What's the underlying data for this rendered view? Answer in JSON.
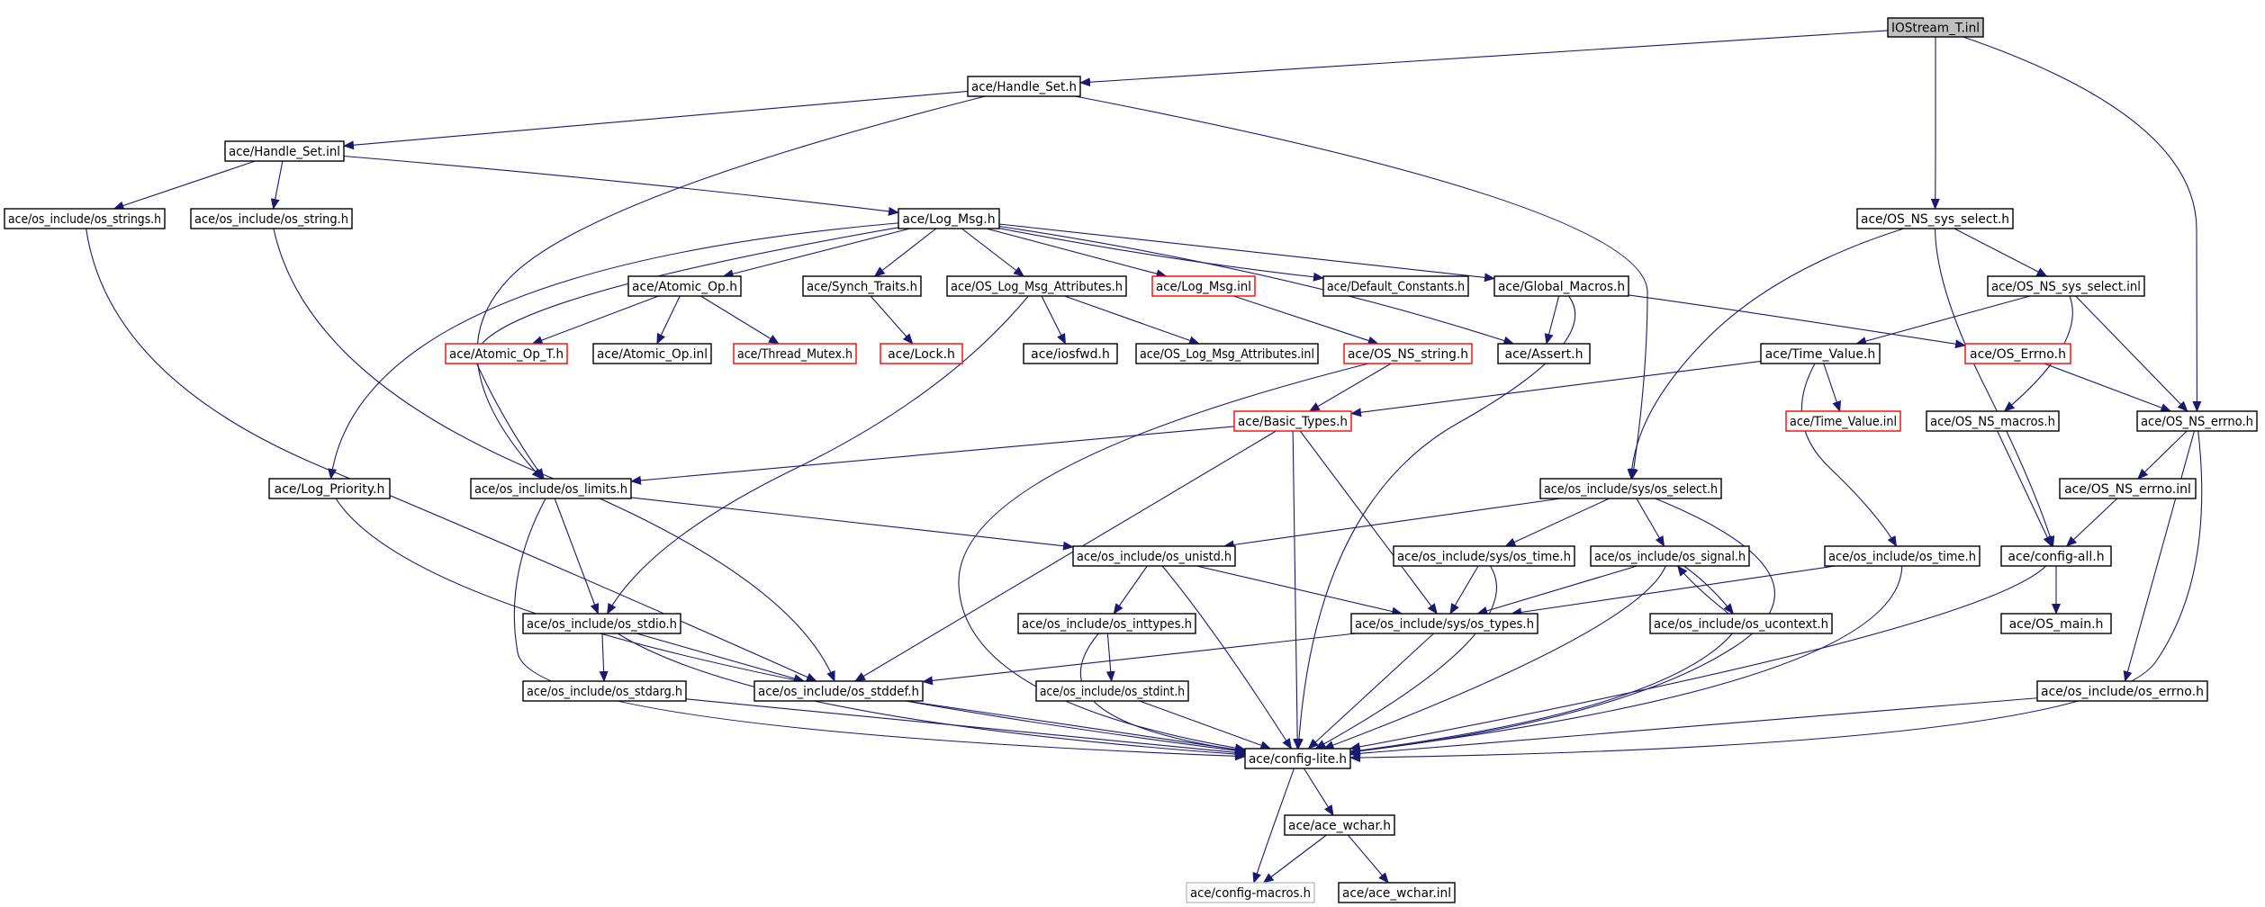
{
  "colors": {
    "edge": "#191970",
    "root_fill": "#bfbfbf",
    "node_border": "#000000",
    "incomplete_border": "#ff0000",
    "missing_border": "#bfbfbf"
  },
  "nodes": [
    {
      "id": "n_iostream_t_inl",
      "label": "IOStream_T.inl",
      "kind": "root"
    },
    {
      "id": "n_handle_set_h",
      "label": "ace/Handle_Set.h",
      "kind": "normal"
    },
    {
      "id": "n_handle_set_inl",
      "label": "ace/Handle_Set.inl",
      "kind": "normal"
    },
    {
      "id": "n_os_strings_h",
      "label": "ace/os_include/os_strings.h",
      "kind": "normal"
    },
    {
      "id": "n_os_string_h",
      "label": "ace/os_include/os_string.h",
      "kind": "normal"
    },
    {
      "id": "n_log_msg_h",
      "label": "ace/Log_Msg.h",
      "kind": "normal"
    },
    {
      "id": "n_os_ns_sys_select_h",
      "label": "ace/OS_NS_sys_select.h",
      "kind": "normal"
    },
    {
      "id": "n_atomic_op_h",
      "label": "ace/Atomic_Op.h",
      "kind": "normal"
    },
    {
      "id": "n_synch_traits_h",
      "label": "ace/Synch_Traits.h",
      "kind": "normal"
    },
    {
      "id": "n_os_log_msg_attributes_h",
      "label": "ace/OS_Log_Msg_Attributes.h",
      "kind": "normal"
    },
    {
      "id": "n_log_msg_inl",
      "label": "ace/Log_Msg.inl",
      "kind": "incomplete"
    },
    {
      "id": "n_default_constants_h",
      "label": "ace/Default_Constants.h",
      "kind": "normal"
    },
    {
      "id": "n_global_macros_h",
      "label": "ace/Global_Macros.h",
      "kind": "normal"
    },
    {
      "id": "n_os_ns_sys_select_inl",
      "label": "ace/OS_NS_sys_select.inl",
      "kind": "normal"
    },
    {
      "id": "n_atomic_op_t_h",
      "label": "ace/Atomic_Op_T.h",
      "kind": "incomplete"
    },
    {
      "id": "n_atomic_op_inl",
      "label": "ace/Atomic_Op.inl",
      "kind": "normal"
    },
    {
      "id": "n_thread_mutex_h",
      "label": "ace/Thread_Mutex.h",
      "kind": "incomplete"
    },
    {
      "id": "n_lock_h",
      "label": "ace/Lock.h",
      "kind": "incomplete"
    },
    {
      "id": "n_iosfwd_h",
      "label": "ace/iosfwd.h",
      "kind": "normal"
    },
    {
      "id": "n_os_log_msg_attributes_inl",
      "label": "ace/OS_Log_Msg_Attributes.inl",
      "kind": "normal"
    },
    {
      "id": "n_os_ns_string_h",
      "label": "ace/OS_NS_string.h",
      "kind": "incomplete"
    },
    {
      "id": "n_assert_h",
      "label": "ace/Assert.h",
      "kind": "normal"
    },
    {
      "id": "n_time_value_h",
      "label": "ace/Time_Value.h",
      "kind": "normal"
    },
    {
      "id": "n_os_errno_h",
      "label": "ace/OS_Errno.h",
      "kind": "incomplete"
    },
    {
      "id": "n_basic_types_h",
      "label": "ace/Basic_Types.h",
      "kind": "incomplete"
    },
    {
      "id": "n_time_value_inl",
      "label": "ace/Time_Value.inl",
      "kind": "incomplete"
    },
    {
      "id": "n_os_ns_macros_h",
      "label": "ace/OS_NS_macros.h",
      "kind": "normal"
    },
    {
      "id": "n_os_ns_errno_h",
      "label": "ace/OS_NS_errno.h",
      "kind": "normal"
    },
    {
      "id": "n_log_priority_h",
      "label": "ace/Log_Priority.h",
      "kind": "normal"
    },
    {
      "id": "n_os_limits_h",
      "label": "ace/os_include/os_limits.h",
      "kind": "normal"
    },
    {
      "id": "n_sys_os_select_h",
      "label": "ace/os_include/sys/os_select.h",
      "kind": "normal"
    },
    {
      "id": "n_os_ns_errno_inl",
      "label": "ace/OS_NS_errno.inl",
      "kind": "normal"
    },
    {
      "id": "n_os_unistd_h",
      "label": "ace/os_include/os_unistd.h",
      "kind": "normal"
    },
    {
      "id": "n_sys_os_time_h",
      "label": "ace/os_include/sys/os_time.h",
      "kind": "normal"
    },
    {
      "id": "n_os_signal_h",
      "label": "ace/os_include/os_signal.h",
      "kind": "normal"
    },
    {
      "id": "n_os_time_h",
      "label": "ace/os_include/os_time.h",
      "kind": "normal"
    },
    {
      "id": "n_config_all_h",
      "label": "ace/config-all.h",
      "kind": "normal"
    },
    {
      "id": "n_os_stdio_h",
      "label": "ace/os_include/os_stdio.h",
      "kind": "normal"
    },
    {
      "id": "n_os_inttypes_h",
      "label": "ace/os_include/os_inttypes.h",
      "kind": "normal"
    },
    {
      "id": "n_sys_os_types_h",
      "label": "ace/os_include/sys/os_types.h",
      "kind": "normal"
    },
    {
      "id": "n_os_ucontext_h",
      "label": "ace/os_include/os_ucontext.h",
      "kind": "normal"
    },
    {
      "id": "n_os_main_h",
      "label": "ace/OS_main.h",
      "kind": "normal"
    },
    {
      "id": "n_os_stdarg_h",
      "label": "ace/os_include/os_stdarg.h",
      "kind": "normal"
    },
    {
      "id": "n_os_stddef_h",
      "label": "ace/os_include/os_stddef.h",
      "kind": "normal"
    },
    {
      "id": "n_os_stdint_h",
      "label": "ace/os_include/os_stdint.h",
      "kind": "normal"
    },
    {
      "id": "n_os_include_os_errno_h",
      "label": "ace/os_include/os_errno.h",
      "kind": "normal"
    },
    {
      "id": "n_config_lite_h",
      "label": "ace/config-lite.h",
      "kind": "normal"
    },
    {
      "id": "n_ace_wchar_h",
      "label": "ace/ace_wchar.h",
      "kind": "normal"
    },
    {
      "id": "n_config_macros_h",
      "label": "ace/config-macros.h",
      "kind": "missing"
    },
    {
      "id": "n_ace_wchar_inl",
      "label": "ace/ace_wchar.inl",
      "kind": "normal"
    }
  ],
  "edges": [
    [
      "n_iostream_t_inl",
      "n_handle_set_h"
    ],
    [
      "n_iostream_t_inl",
      "n_os_ns_sys_select_h"
    ],
    [
      "n_iostream_t_inl",
      "n_os_ns_errno_h"
    ],
    [
      "n_handle_set_h",
      "n_handle_set_inl"
    ],
    [
      "n_handle_set_h",
      "n_os_limits_h"
    ],
    [
      "n_handle_set_h",
      "n_sys_os_select_h"
    ],
    [
      "n_handle_set_inl",
      "n_os_strings_h"
    ],
    [
      "n_handle_set_inl",
      "n_os_string_h"
    ],
    [
      "n_handle_set_inl",
      "n_log_msg_h"
    ],
    [
      "n_os_strings_h",
      "n_os_stddef_h"
    ],
    [
      "n_os_string_h",
      "n_os_stddef_h"
    ],
    [
      "n_log_msg_h",
      "n_atomic_op_h"
    ],
    [
      "n_log_msg_h",
      "n_synch_traits_h"
    ],
    [
      "n_log_msg_h",
      "n_os_log_msg_attributes_h"
    ],
    [
      "n_log_msg_h",
      "n_log_msg_inl"
    ],
    [
      "n_log_msg_h",
      "n_default_constants_h"
    ],
    [
      "n_log_msg_h",
      "n_global_macros_h"
    ],
    [
      "n_log_msg_h",
      "n_assert_h"
    ],
    [
      "n_log_msg_h",
      "n_log_priority_h"
    ],
    [
      "n_log_msg_h",
      "n_os_limits_h"
    ],
    [
      "n_atomic_op_h",
      "n_atomic_op_t_h"
    ],
    [
      "n_atomic_op_h",
      "n_atomic_op_inl"
    ],
    [
      "n_atomic_op_h",
      "n_thread_mutex_h"
    ],
    [
      "n_synch_traits_h",
      "n_lock_h"
    ],
    [
      "n_os_log_msg_attributes_h",
      "n_iosfwd_h"
    ],
    [
      "n_os_log_msg_attributes_h",
      "n_os_log_msg_attributes_inl"
    ],
    [
      "n_os_log_msg_attributes_h",
      "n_os_stdio_h"
    ],
    [
      "n_log_msg_inl",
      "n_os_ns_string_h"
    ],
    [
      "n_global_macros_h",
      "n_assert_h"
    ],
    [
      "n_global_macros_h",
      "n_os_errno_h"
    ],
    [
      "n_global_macros_h",
      "n_config_lite_h"
    ],
    [
      "n_os_ns_string_h",
      "n_basic_types_h"
    ],
    [
      "n_os_ns_string_h",
      "n_config_lite_h"
    ],
    [
      "n_os_ns_sys_select_h",
      "n_os_ns_sys_select_inl"
    ],
    [
      "n_os_ns_sys_select_h",
      "n_sys_os_select_h"
    ],
    [
      "n_os_ns_sys_select_h",
      "n_config_all_h"
    ],
    [
      "n_os_ns_sys_select_inl",
      "n_time_value_h"
    ],
    [
      "n_os_ns_sys_select_inl",
      "n_os_ns_macros_h"
    ],
    [
      "n_os_ns_sys_select_inl",
      "n_os_ns_errno_h"
    ],
    [
      "n_time_value_h",
      "n_basic_types_h"
    ],
    [
      "n_time_value_h",
      "n_time_value_inl"
    ],
    [
      "n_time_value_h",
      "n_os_time_h"
    ],
    [
      "n_os_errno_h",
      "n_os_ns_errno_h"
    ],
    [
      "n_basic_types_h",
      "n_os_limits_h"
    ],
    [
      "n_basic_types_h",
      "n_os_stddef_h"
    ],
    [
      "n_basic_types_h",
      "n_config_lite_h"
    ],
    [
      "n_basic_types_h",
      "n_sys_os_types_h"
    ],
    [
      "n_os_ns_macros_h",
      "n_config_all_h"
    ],
    [
      "n_os_ns_errno_h",
      "n_os_ns_errno_inl"
    ],
    [
      "n_os_ns_errno_h",
      "n_os_include_os_errno_h"
    ],
    [
      "n_os_ns_errno_h",
      "n_config_lite_h"
    ],
    [
      "n_os_ns_errno_inl",
      "n_config_all_h"
    ],
    [
      "n_log_priority_h",
      "n_config_lite_h"
    ],
    [
      "n_os_limits_h",
      "n_os_unistd_h"
    ],
    [
      "n_os_limits_h",
      "n_os_stdio_h"
    ],
    [
      "n_os_limits_h",
      "n_config_lite_h"
    ],
    [
      "n_sys_os_select_h",
      "n_os_unistd_h"
    ],
    [
      "n_sys_os_select_h",
      "n_sys_os_time_h"
    ],
    [
      "n_sys_os_select_h",
      "n_os_signal_h"
    ],
    [
      "n_sys_os_select_h",
      "n_config_lite_h"
    ],
    [
      "n_os_unistd_h",
      "n_os_inttypes_h"
    ],
    [
      "n_os_unistd_h",
      "n_sys_os_types_h"
    ],
    [
      "n_os_unistd_h",
      "n_config_lite_h"
    ],
    [
      "n_sys_os_time_h",
      "n_sys_os_types_h"
    ],
    [
      "n_sys_os_time_h",
      "n_config_lite_h"
    ],
    [
      "n_os_signal_h",
      "n_os_ucontext_h"
    ],
    [
      "n_os_signal_h",
      "n_sys_os_types_h"
    ],
    [
      "n_os_signal_h",
      "n_config_lite_h"
    ],
    [
      "n_os_ucontext_h",
      "n_os_signal_h"
    ],
    [
      "n_os_ucontext_h",
      "n_config_lite_h"
    ],
    [
      "n_os_time_h",
      "n_sys_os_types_h"
    ],
    [
      "n_os_time_h",
      "n_config_lite_h"
    ],
    [
      "n_config_all_h",
      "n_os_main_h"
    ],
    [
      "n_config_all_h",
      "n_config_lite_h"
    ],
    [
      "n_os_stdio_h",
      "n_os_stdarg_h"
    ],
    [
      "n_os_stdio_h",
      "n_os_stddef_h"
    ],
    [
      "n_os_stdio_h",
      "n_config_lite_h"
    ],
    [
      "n_os_inttypes_h",
      "n_os_stdint_h"
    ],
    [
      "n_os_inttypes_h",
      "n_config_lite_h"
    ],
    [
      "n_sys_os_types_h",
      "n_os_stddef_h"
    ],
    [
      "n_sys_os_types_h",
      "n_config_lite_h"
    ],
    [
      "n_os_stdarg_h",
      "n_config_lite_h"
    ],
    [
      "n_os_stddef_h",
      "n_config_lite_h"
    ],
    [
      "n_os_stdint_h",
      "n_config_lite_h"
    ],
    [
      "n_os_include_os_errno_h",
      "n_config_lite_h"
    ],
    [
      "n_config_lite_h",
      "n_ace_wchar_h"
    ],
    [
      "n_config_lite_h",
      "n_config_macros_h"
    ],
    [
      "n_ace_wchar_h",
      "n_config_macros_h"
    ],
    [
      "n_ace_wchar_h",
      "n_ace_wchar_inl"
    ]
  ]
}
